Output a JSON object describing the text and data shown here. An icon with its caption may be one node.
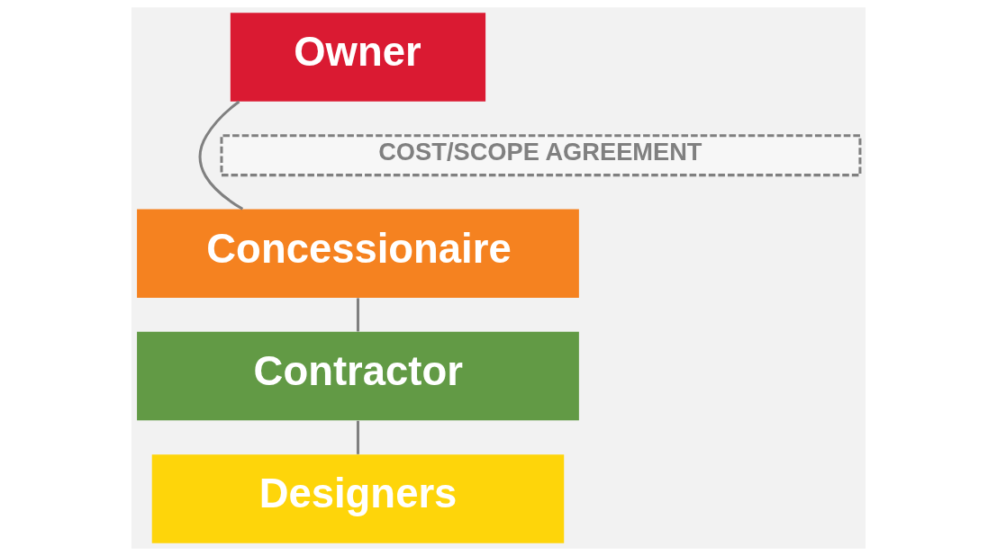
{
  "diagram": {
    "nodes": [
      {
        "text": [
          "Owner"
        ]
      },
      {
        "text": [
          "Concessionaire"
        ]
      },
      {
        "text": [
          "Contractor"
        ]
      },
      {
        "text": [
          "Designers"
        ]
      }
    ],
    "edges": [
      {
        "from": 0,
        "to": 1,
        "arrow": "none"
      },
      {
        "from": 1,
        "to": 2,
        "arrow": "none"
      },
      {
        "from": 2,
        "to": 3,
        "arrow": "none"
      }
    ],
    "labels": [
      "COST/SCOPE AGREEMENT"
    ]
  }
}
